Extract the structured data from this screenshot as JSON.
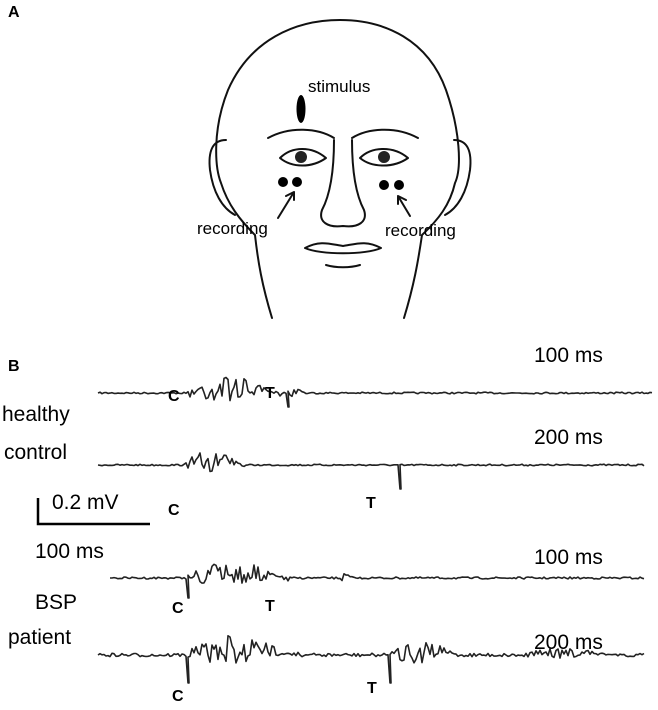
{
  "panel_a": {
    "label": "A",
    "stimulus_label": "stimulus",
    "recording_left_label": "recording",
    "recording_right_label": "recording"
  },
  "panel_b": {
    "label": "B",
    "group_healthy_line1": "healthy",
    "group_healthy_line2": "control",
    "group_bsp_line1": "BSP",
    "group_bsp_line2": "patient",
    "scale_bar_label": "0.2 mV",
    "time_scale_label": "100 ms",
    "traces": [
      {
        "interval": "100 ms",
        "c_marker": "C",
        "t_marker": "T"
      },
      {
        "interval": "200 ms",
        "c_marker": "C",
        "t_marker": "T"
      },
      {
        "interval": "100 ms",
        "c_marker": "C",
        "t_marker": "T"
      },
      {
        "interval": "200 ms",
        "c_marker": "C",
        "t_marker": "T"
      }
    ]
  }
}
